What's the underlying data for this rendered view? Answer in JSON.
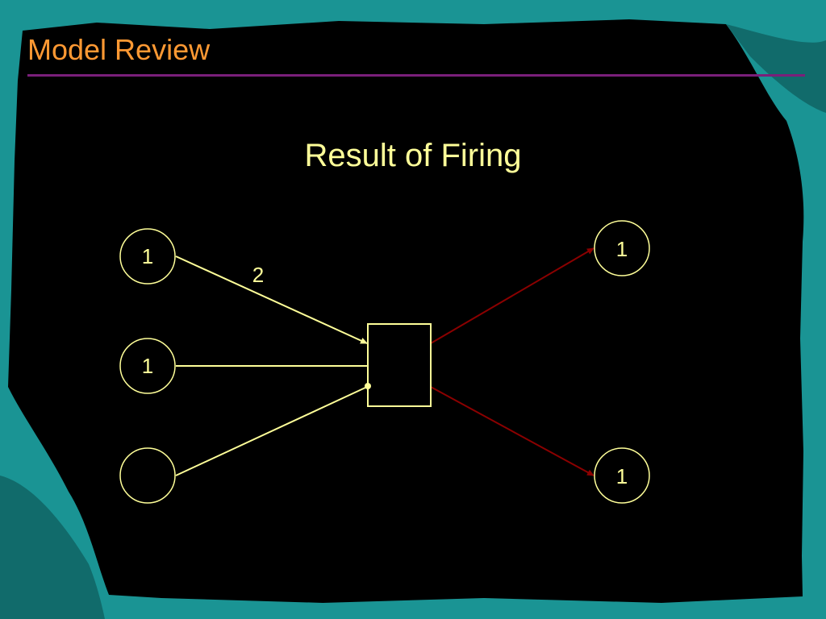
{
  "slide": {
    "title": "Model Review",
    "colors": {
      "background": "#000000",
      "border": "#1f9a9a",
      "title": "#ff9933",
      "rule": "#7a1f7a",
      "diagram": "#ffff99",
      "output_arc": "#8b0000"
    }
  },
  "diagram": {
    "heading": "Result of Firing",
    "input_places": [
      {
        "label": "1"
      },
      {
        "label": "1"
      },
      {
        "label": ""
      }
    ],
    "output_places": [
      {
        "label": "1"
      },
      {
        "label": "1"
      }
    ],
    "arc_weight": "2"
  }
}
